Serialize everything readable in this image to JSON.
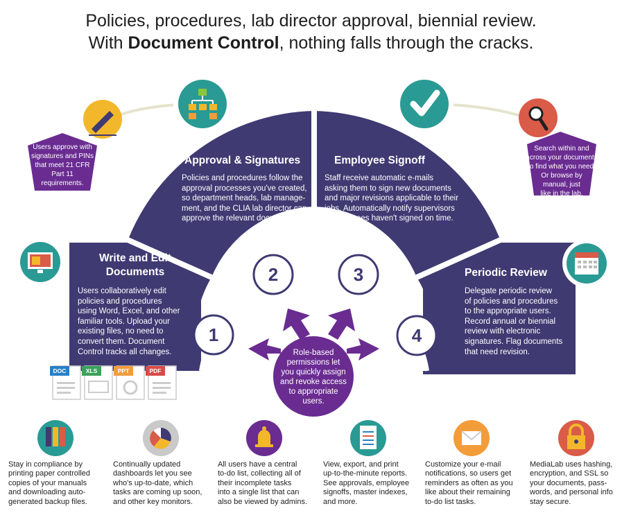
{
  "header": {
    "line1": "Policies, procedures, lab director approval, biennial review.",
    "line2_prefix": "With ",
    "line2_bold": "Document Control",
    "line2_suffix": ", nothing falls through the cracks."
  },
  "sections": [
    {
      "number": "1",
      "title_line1": "Write and Edit",
      "title_line2": "Documents",
      "text": [
        "Users collaboratively edit",
        "policies and procedures",
        "using Word, Excel, and other",
        "familiar tools. Upload your",
        "existing files, no need to",
        "convert them. Document",
        "Control tracks all changes."
      ]
    },
    {
      "number": "2",
      "title": "Approval & Signatures",
      "text": [
        "Policies and procedures follow the",
        "approval processes you've created,",
        "so department heads, lab manage-",
        "ment, and the CLIA lab director can",
        "approve the relevant documents."
      ]
    },
    {
      "number": "3",
      "title": "Employee Signoff",
      "text": [
        "Staff receive automatic e-mails",
        "asking them to sign new documents",
        "and major revisions applicable to their",
        "jobs. Automatically notify supervisors",
        "if employees haven't signed on time."
      ]
    },
    {
      "number": "4",
      "title": "Periodic Review",
      "text": [
        "Delegate periodic review",
        "of policies and procedures",
        "to the appropriate users.",
        "Record annual or biennial",
        "review with electronic",
        "signatures. Flag documents",
        "that need revision."
      ]
    }
  ],
  "center": {
    "text": [
      "Role-based",
      "permissions let",
      "you quickly assign",
      "and revoke access",
      "to appropriate",
      "users."
    ]
  },
  "pentagon_left": {
    "text": [
      "Users approve with",
      "signatures and PINs",
      "that meet 21 CFR",
      "Part 11",
      "requirements."
    ]
  },
  "pentagon_right": {
    "text": [
      "Search within and",
      "across your documents",
      "to find what you need.",
      "Or browse by",
      "manual, just",
      "like in the lab."
    ]
  },
  "file_types": [
    "DOC",
    "XLS",
    "PPT",
    "PDF"
  ],
  "features": [
    {
      "icon": "binders-icon",
      "text": [
        "Stay in compliance by",
        "printing paper controlled",
        "copies of your manuals",
        "and downloading auto-",
        "generated backup files."
      ]
    },
    {
      "icon": "pie-chart-icon",
      "text": [
        "Continually updated",
        "dashboards let you see",
        "who's up-to-date, which",
        "tasks are coming up soon,",
        "and other key monitors."
      ]
    },
    {
      "icon": "bell-icon",
      "text": [
        "All users have a central",
        "to-do list, collecting all of",
        "their incomplete tasks",
        "into a single list that can",
        "also be viewed by admins."
      ]
    },
    {
      "icon": "report-icon",
      "text": [
        "View, export, and print",
        "up-to-the-minute reports.",
        "See approvals, employee",
        "signoffs, master indexes,",
        "and more."
      ]
    },
    {
      "icon": "envelope-icon",
      "text": [
        "Customize your e-mail",
        "notifications, so users get",
        "reminders as often as you",
        "like about their remaining",
        "to-do list tasks."
      ]
    },
    {
      "icon": "lock-icon",
      "text": [
        "MediaLab uses hashing,",
        "encryption, and SSL so",
        "your documents, pass-",
        "words, and personal info",
        "stay secure."
      ]
    }
  ],
  "colors": {
    "navy": "#3f3a72",
    "purple": "#6a2c91",
    "teal": "#2a9a94",
    "red": "#d95b48",
    "yellow": "#f3b72b",
    "orange": "#f39c3a"
  }
}
